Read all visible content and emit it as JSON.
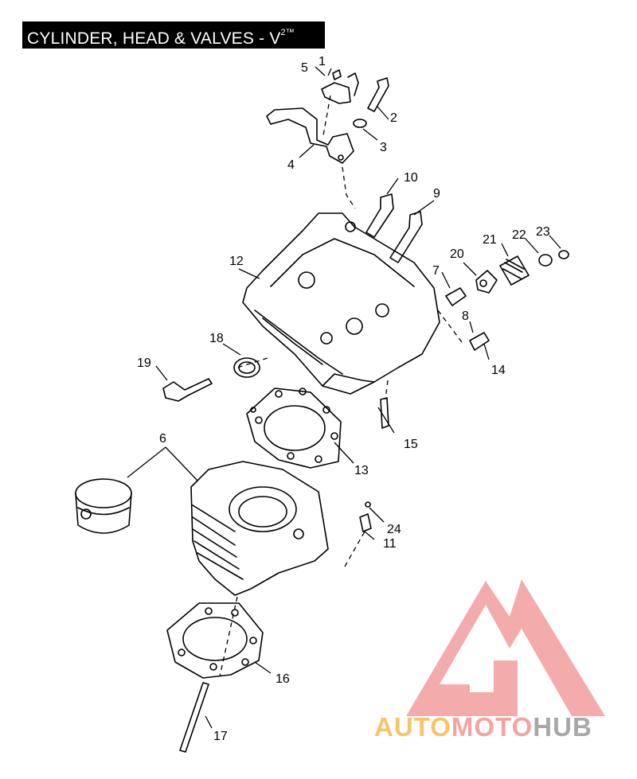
{
  "title": {
    "main": "CYLINDER, HEAD & VALVES - V",
    "sup": "2™"
  },
  "callouts": [
    "1",
    "2",
    "3",
    "4",
    "5",
    "6",
    "7",
    "8",
    "9",
    "10",
    "11",
    "12",
    "13",
    "14",
    "15",
    "16",
    "17",
    "18",
    "19",
    "20",
    "21",
    "22",
    "23",
    "24"
  ],
  "watermark": {
    "part1": "AUTO",
    "part2": "MOTO",
    "part3": "HUB",
    "colors": [
      "#f6c56a",
      "#f4a3a3",
      "#a8a8a8"
    ]
  }
}
